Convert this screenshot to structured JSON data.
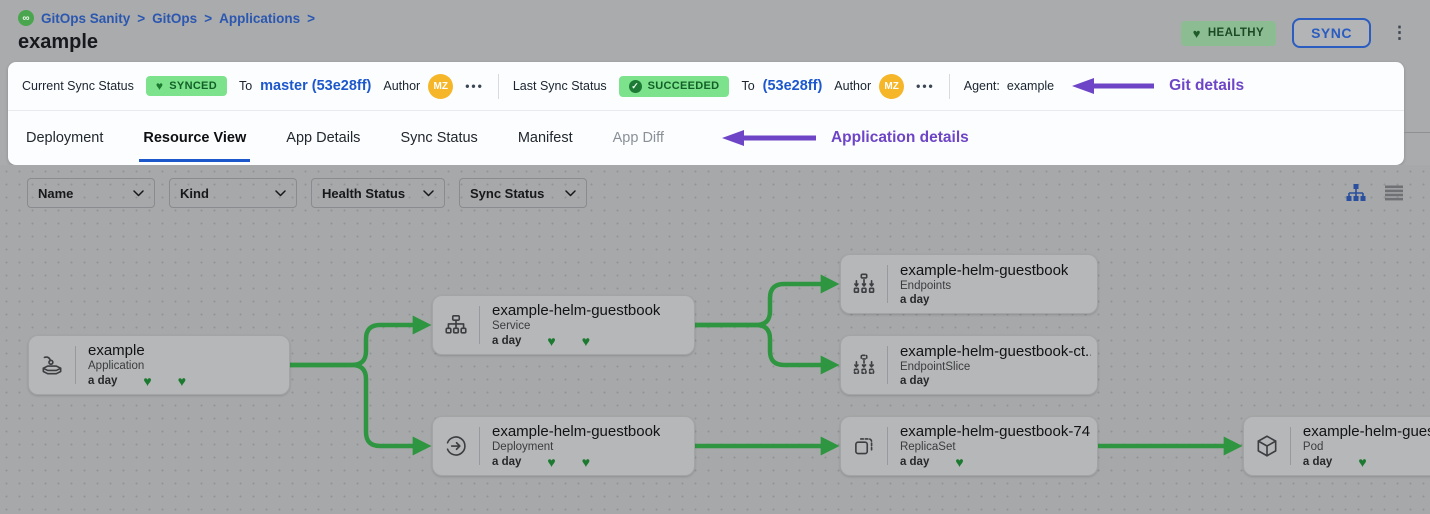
{
  "header": {
    "breadcrumb": {
      "separator": ">",
      "items": [
        "GitOps Sanity",
        "GitOps",
        "Applications"
      ]
    },
    "title": "example",
    "health_badge": "HEALTHY",
    "sync_button": "SYNC"
  },
  "status_bar": {
    "current": {
      "label": "Current Sync Status",
      "badge": "SYNCED",
      "to": "To",
      "commit": "master (53e28ff)",
      "author_label": "Author",
      "author_initials": "MZ"
    },
    "last": {
      "label": "Last Sync Status",
      "badge": "SUCCEEDED",
      "to": "To",
      "commit": "(53e28ff)",
      "author_label": "Author",
      "author_initials": "MZ"
    },
    "agent_label": "Agent:",
    "agent_value": "example",
    "annotation": "Git details"
  },
  "tabs": {
    "items": [
      {
        "label": "Deployment",
        "state": "default"
      },
      {
        "label": "Resource View",
        "state": "active"
      },
      {
        "label": "App Details",
        "state": "default"
      },
      {
        "label": "Sync Status",
        "state": "default"
      },
      {
        "label": "Manifest",
        "state": "default"
      },
      {
        "label": "App Diff",
        "state": "disabled"
      }
    ],
    "annotation": "Application details"
  },
  "filters": {
    "dropdowns": [
      {
        "label": "Name"
      },
      {
        "label": "Kind"
      },
      {
        "label": "Health Status"
      },
      {
        "label": "Sync Status"
      }
    ]
  },
  "view_toggle": {
    "active": "tree"
  },
  "graph": {
    "nodes": [
      {
        "name": "example",
        "kind": "Application",
        "age": "a day",
        "hearts": 2
      },
      {
        "name": "example-helm-guestbook",
        "kind": "Service",
        "age": "a day",
        "hearts": 2
      },
      {
        "name": "example-helm-guestbook",
        "kind": "Deployment",
        "age": "a day",
        "hearts": 2
      },
      {
        "name": "example-helm-guestbook",
        "kind": "Endpoints",
        "age": "a day",
        "hearts": 0
      },
      {
        "name": "example-helm-guestbook-ct...",
        "kind": "EndpointSlice",
        "age": "a day",
        "hearts": 0
      },
      {
        "name": "example-helm-guestbook-74...",
        "kind": "ReplicaSet",
        "age": "a day",
        "hearts": 1
      },
      {
        "name": "example-helm-guestbook",
        "kind": "Pod",
        "age": "a day",
        "hearts": 1
      }
    ]
  },
  "icons": {
    "heart": "♥",
    "check": "✓",
    "kebab": "⋮",
    "more_dots": "•••",
    "logo_glyph": "∞"
  },
  "colors": {
    "accent_blue": "#1c57cc",
    "badge_green_bg": "#7ce28c",
    "badge_green_text": "#135f28",
    "connector_green": "#2e9640",
    "annotation_purple": "#6e45c6",
    "avatar_yellow": "#f6b62a",
    "healthy_badge_bg": "#8cbd92",
    "canvas_gray": "#a6a8a9"
  }
}
